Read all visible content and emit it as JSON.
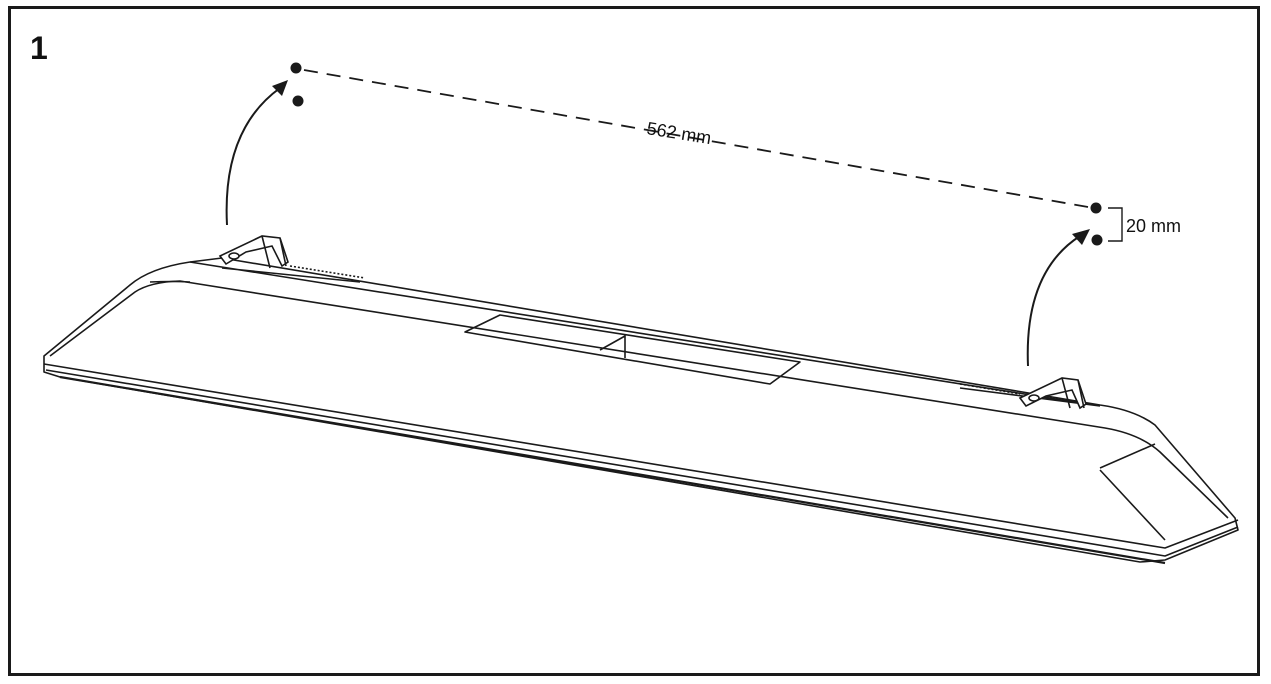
{
  "step": {
    "number": "1"
  },
  "dimensions": {
    "hole_spacing": "562 mm",
    "hole_offset": "20 mm"
  },
  "colors": {
    "line": "#1a1a1a",
    "background": "#ffffff"
  },
  "icons": {
    "screw": "screw-icon",
    "arrow": "curved-arrow-icon"
  }
}
